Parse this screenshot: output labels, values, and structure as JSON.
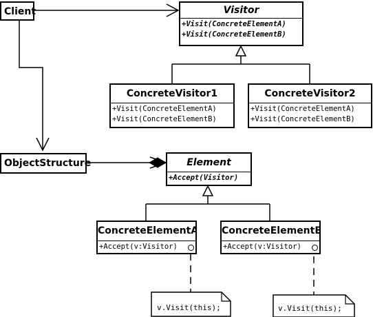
{
  "client": {
    "name": "Client"
  },
  "visitor": {
    "name": "Visitor",
    "ops": [
      "+Visit(ConcreteElementA)",
      "+Visit(ConcreteElementB)"
    ]
  },
  "concrete_visitor1": {
    "name": "ConcreteVisitor1",
    "ops": [
      "+Visit(ConcreteElementA)",
      "+Visit(ConcreteElementB)"
    ]
  },
  "concrete_visitor2": {
    "name": "ConcreteVisitor2",
    "ops": [
      "+Visit(ConcreteElementA)",
      "+Visit(ConcreteElementB)"
    ]
  },
  "object_structure": {
    "name": "ObjectStructure"
  },
  "element": {
    "name": "Element",
    "ops": [
      "+Accept(Visitor)"
    ]
  },
  "concrete_element_a": {
    "name": "ConcreteElementA",
    "ops": [
      "+Accept(v:Visitor)"
    ]
  },
  "concrete_element_b": {
    "name": "ConcreteElementB",
    "ops": [
      "+Accept(v:Visitor)"
    ]
  },
  "note_a": {
    "text": "v.Visit(this);"
  },
  "note_b": {
    "text": "v.Visit(this);"
  }
}
